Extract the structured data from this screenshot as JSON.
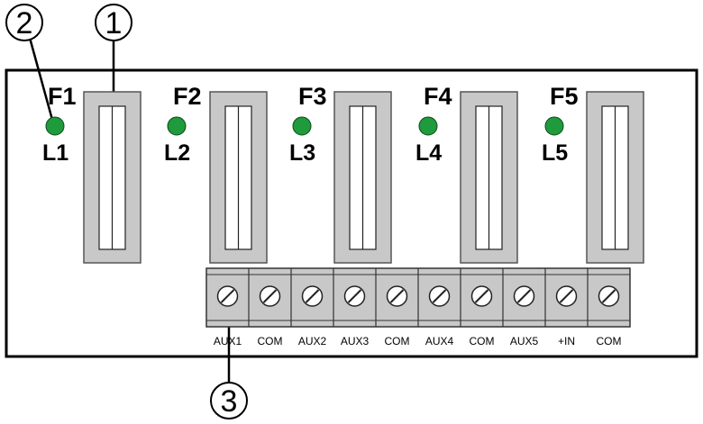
{
  "callouts": [
    {
      "number": "1",
      "refers_to": "fuse-holder-f1"
    },
    {
      "number": "2",
      "refers_to": "led-l1"
    },
    {
      "number": "3",
      "refers_to": "terminal-aux1"
    }
  ],
  "fuses": [
    {
      "label": "F1",
      "led_label": "L1"
    },
    {
      "label": "F2",
      "led_label": "L2"
    },
    {
      "label": "F3",
      "led_label": "L3"
    },
    {
      "label": "F4",
      "led_label": "L4"
    },
    {
      "label": "F5",
      "led_label": "L5"
    }
  ],
  "terminals": [
    "AUX1",
    "COM",
    "AUX2",
    "AUX3",
    "COM",
    "AUX4",
    "COM",
    "AUX5",
    "+IN",
    "COM"
  ],
  "colors": {
    "led": "#1f9a3c",
    "fuse_holder": "#c8c8c8",
    "terminal_block": "#c8c8c8",
    "outline": "#000000"
  }
}
